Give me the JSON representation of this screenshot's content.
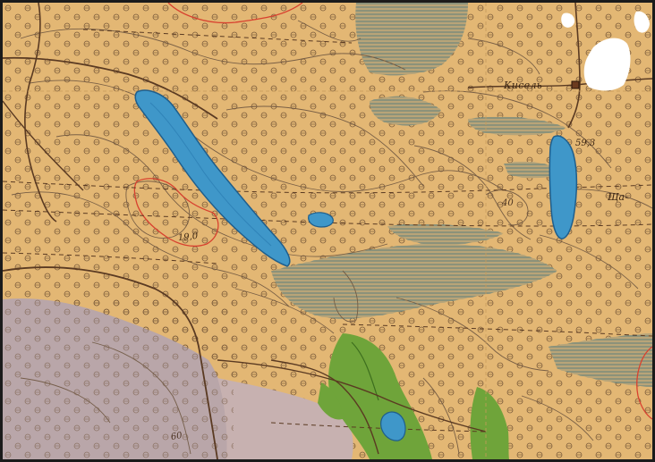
{
  "labels": {
    "town": "Кисель",
    "elev_593": "59,3",
    "elev_19": "19,0",
    "contour_40": "40",
    "contour_60": "60",
    "partial_ila": "Ща-"
  },
  "colors": {
    "sand": "#e3b774",
    "lake": "#3f97c9",
    "lake_edge": "#1f5e8c",
    "marsh_hatch": "#5d8a8c",
    "forest": "#6fa43a",
    "gray_zone": "#b9a6a9",
    "road": "#5a3a22",
    "contour": "#6e5640",
    "red_contour": "#d8412f",
    "snow": "#ffffff"
  }
}
